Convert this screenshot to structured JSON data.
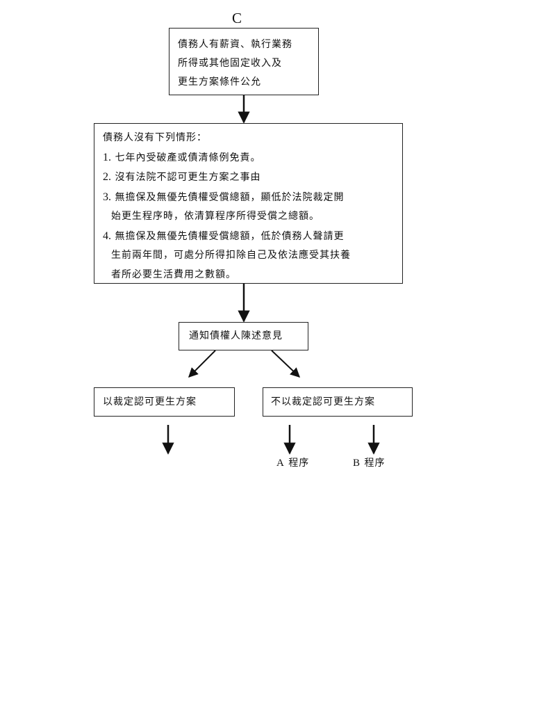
{
  "page_label": "C",
  "steps": {
    "start": {
      "lines": [
        "債務人有薪資、執行業務",
        "所得或其他固定收入及",
        "更生方案條件公允"
      ]
    },
    "conditions": {
      "heading": "債務人沒有下列情形：",
      "items": [
        {
          "number": "1.",
          "lines": [
            "七年內受破產或債清條例免責。"
          ]
        },
        {
          "number": "2.",
          "lines": [
            "沒有法院不認可更生方案之事由"
          ]
        },
        {
          "number": "3.",
          "lines": [
            "無擔保及無優先債權受償總額，顯低於法院裁定開",
            "始更生程序時，依清算程序所得受償之總額。"
          ]
        },
        {
          "number": "4.",
          "lines": [
            "無擔保及無優先債權受償總額，低於債務人聲請更",
            "生前兩年間，可處分所得扣除自己及依法應受其扶養",
            "者所必要生活費用之數額。"
          ]
        }
      ]
    },
    "notify": "通知債權人陳述意見",
    "approve": "以裁定認可更生方案",
    "deny": "不以裁定認可更生方案",
    "procedure_a": {
      "letter": "A",
      "text": "程序"
    },
    "procedure_b": {
      "letter": "B",
      "text": "程序"
    }
  }
}
